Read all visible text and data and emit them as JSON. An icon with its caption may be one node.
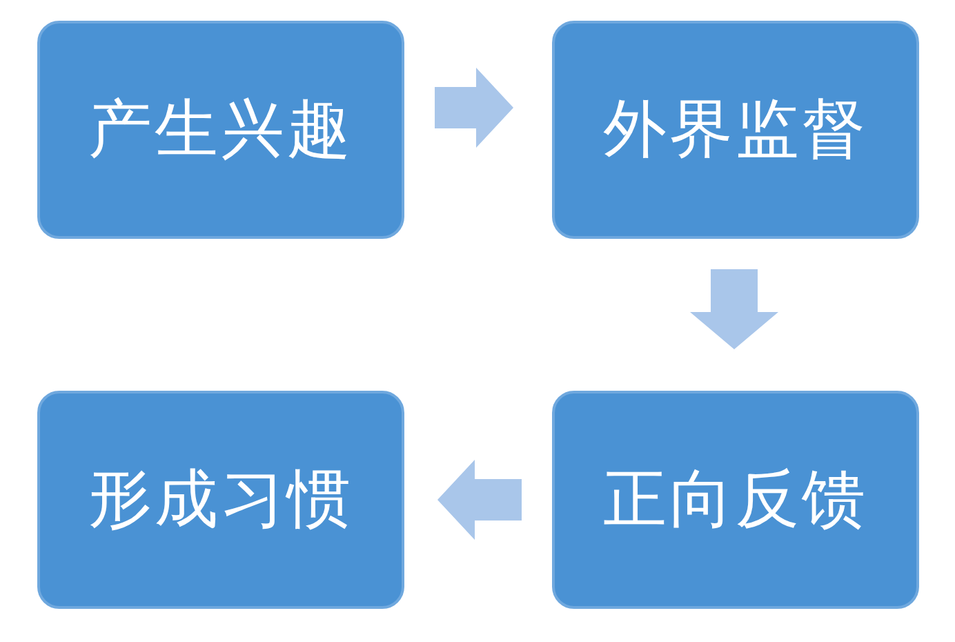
{
  "diagram": {
    "nodes": [
      {
        "text": [
          "产生兴趣"
        ]
      },
      {
        "text": [
          "外界监督"
        ]
      },
      {
        "text": [
          "正向反馈"
        ]
      },
      {
        "text": [
          "形成习惯"
        ]
      }
    ],
    "edges": [
      {
        "from": 0,
        "to": 1,
        "arrow": "to"
      },
      {
        "from": 1,
        "to": 2,
        "arrow": "to"
      },
      {
        "from": 2,
        "to": 3,
        "arrow": "to"
      }
    ]
  }
}
